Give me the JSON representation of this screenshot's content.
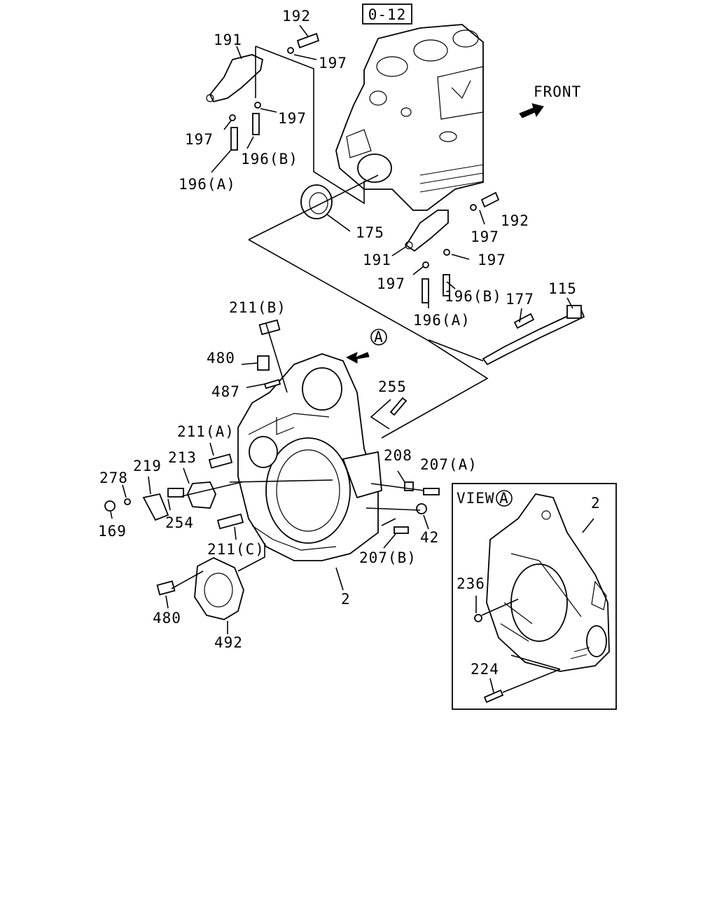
{
  "page_ref": "0-12",
  "direction_label": "FRONT",
  "view_marker": "A",
  "inset": {
    "title": "VIEW",
    "marker": "A"
  },
  "callouts": {
    "c192a": "192",
    "c191a": "191",
    "c197a": "197",
    "c197b": "197",
    "c197c": "197",
    "c196b1": "196(B)",
    "c196a1": "196(A)",
    "c175": "175",
    "c192b": "192",
    "c197d": "197",
    "c191b": "191",
    "c197e": "197",
    "c197f": "197",
    "c196b2": "196(B)",
    "c196a2": "196(A)",
    "c177": "177",
    "c115": "115",
    "c211b": "211(B)",
    "c480a": "480",
    "c487": "487",
    "c255": "255",
    "c211a": "211(A)",
    "c278": "278",
    "c219": "219",
    "c213": "213",
    "c208": "208",
    "c207a": "207(A)",
    "c169": "169",
    "c254": "254",
    "c211c": "211(C)",
    "c42": "42",
    "c207b": "207(B)",
    "c2a": "2",
    "c480b": "480",
    "c492": "492",
    "c2b": "2",
    "c236": "236",
    "c224": "224"
  }
}
